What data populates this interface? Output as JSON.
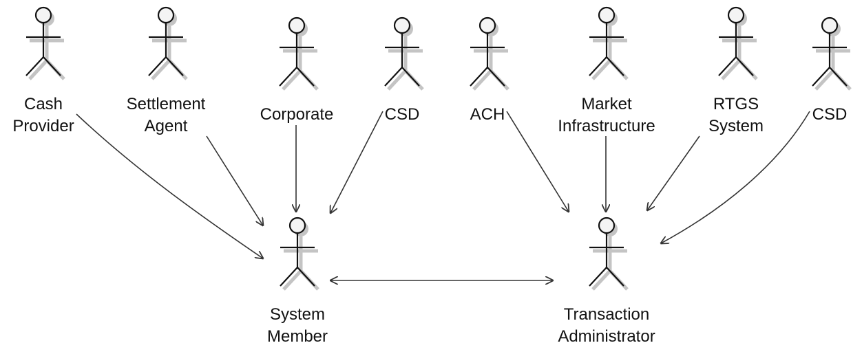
{
  "actors": [
    {
      "id": "cash-provider",
      "lines": [
        "Cash",
        "Provider"
      ]
    },
    {
      "id": "settlement-agent",
      "lines": [
        "Settlement",
        "Agent"
      ]
    },
    {
      "id": "corporate",
      "lines": [
        "Corporate"
      ]
    },
    {
      "id": "csd-1",
      "lines": [
        "CSD"
      ]
    },
    {
      "id": "ach",
      "lines": [
        "ACH"
      ]
    },
    {
      "id": "market-infrastructure",
      "lines": [
        "Market",
        "Infrastructure"
      ]
    },
    {
      "id": "rtgs-system",
      "lines": [
        "RTGS",
        "System"
      ]
    },
    {
      "id": "csd-2",
      "lines": [
        "CSD"
      ]
    },
    {
      "id": "system-member",
      "lines": [
        "System",
        "Member"
      ]
    },
    {
      "id": "transaction-administrator",
      "lines": [
        "Transaction",
        "Administrator"
      ]
    }
  ],
  "relations": [
    {
      "from": "cash-provider",
      "to": "system-member",
      "bidirectional": false
    },
    {
      "from": "settlement-agent",
      "to": "system-member",
      "bidirectional": false
    },
    {
      "from": "corporate",
      "to": "system-member",
      "bidirectional": false
    },
    {
      "from": "csd-1",
      "to": "system-member",
      "bidirectional": false
    },
    {
      "from": "ach",
      "to": "transaction-administrator",
      "bidirectional": false
    },
    {
      "from": "market-infrastructure",
      "to": "transaction-administrator",
      "bidirectional": false
    },
    {
      "from": "rtgs-system",
      "to": "transaction-administrator",
      "bidirectional": false
    },
    {
      "from": "csd-2",
      "to": "transaction-administrator",
      "bidirectional": false
    },
    {
      "from": "system-member",
      "to": "transaction-administrator",
      "bidirectional": true
    }
  ]
}
